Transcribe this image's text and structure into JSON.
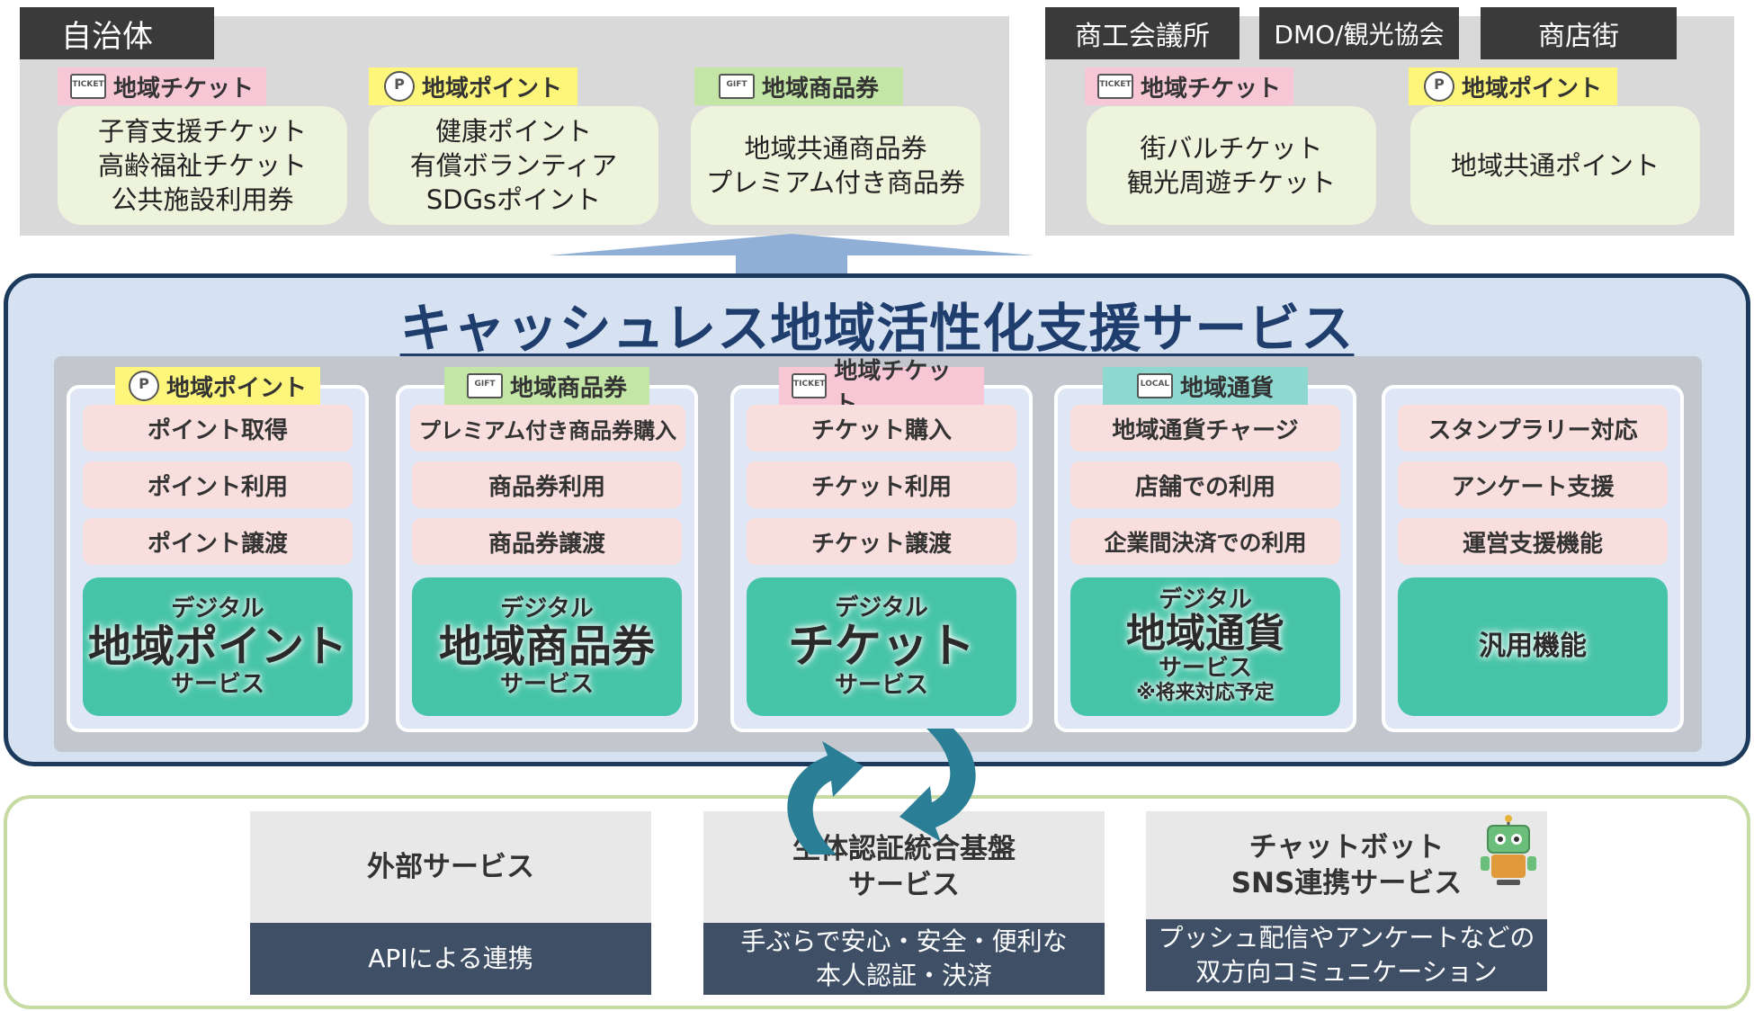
{
  "top_left": {
    "header": "自治体",
    "cards": [
      {
        "tag": "地域チケット",
        "tag_icon": "ticket-icon",
        "lines": [
          "子育支援チケット",
          "高齢福祉チケット",
          "公共施設利用券"
        ]
      },
      {
        "tag": "地域ポイント",
        "tag_icon": "point-coin-icon",
        "lines": [
          "健康ポイント",
          "有償ボランティア",
          "SDGsポイント"
        ]
      },
      {
        "tag": "地域商品券",
        "tag_icon": "gift-voucher-icon",
        "lines": [
          "地域共通商品券",
          "プレミアム付き商品券"
        ]
      }
    ]
  },
  "top_right": {
    "headers": [
      "商工会議所",
      "DMO/観光協会",
      "商店街"
    ],
    "cards": [
      {
        "tag": "地域チケット",
        "tag_icon": "ticket-icon",
        "lines": [
          "街バルチケット",
          "観光周遊チケット"
        ]
      },
      {
        "tag": "地域ポイント",
        "tag_icon": "point-coin-icon",
        "lines": [
          "地域共通ポイント"
        ]
      }
    ]
  },
  "main": {
    "title": "キャッシュレス地域活性化支援サービス",
    "columns": [
      {
        "tag": "地域ポイント",
        "tag_icon": "point-coin-icon",
        "items": [
          "ポイント取得",
          "ポイント利用",
          "ポイント譲渡"
        ],
        "service": {
          "small": "デジタル",
          "big": "地域ポイント",
          "sub": "サービス",
          "note": ""
        }
      },
      {
        "tag": "地域商品券",
        "tag_icon": "gift-voucher-icon",
        "items": [
          "プレミアム付き商品券購入",
          "商品券利用",
          "商品券譲渡"
        ],
        "service": {
          "small": "デジタル",
          "big": "地域商品券",
          "sub": "サービス",
          "note": ""
        }
      },
      {
        "tag": "地域チケット",
        "tag_icon": "ticket-icon",
        "items": [
          "チケット購入",
          "チケット利用",
          "チケット譲渡"
        ],
        "service": {
          "small": "デジタル",
          "big": "チケット",
          "sub": "サービス",
          "note": ""
        }
      },
      {
        "tag": "地域通貨",
        "tag_icon": "local-currency-icon",
        "items": [
          "地域通貨チャージ",
          "店舗での利用",
          "企業間決済での利用"
        ],
        "service": {
          "small": "デジタル",
          "big": "地域通貨",
          "sub": "サービス",
          "note": "※将来対応予定"
        }
      },
      {
        "tag": "",
        "tag_icon": "",
        "items": [
          "スタンプラリー対応",
          "アンケート支援",
          "運営支援機能"
        ],
        "service": {
          "small": "",
          "big": "",
          "sub": "汎用機能",
          "note": ""
        }
      }
    ]
  },
  "bottom": {
    "boxes": [
      {
        "title_lines": [
          "外部サービス"
        ],
        "desc_lines": [
          "APIによる連携"
        ]
      },
      {
        "title_lines": [
          "生体認証統合基盤",
          "サービス"
        ],
        "desc_lines": [
          "手ぶらで安心・安全・便利な",
          "本人認証・決済"
        ]
      },
      {
        "title_lines": [
          "チャットボット",
          "SNS連携サービス"
        ],
        "desc_lines": [
          "プッシュ配信やアンケートなどの",
          "双方向コミュニケーション"
        ],
        "icon": "robot-icon"
      }
    ]
  },
  "colors": {
    "main_border": "#1b3a5c",
    "main_bg": "#d6e1f2",
    "service_green": "#46c4a8",
    "item_pink": "#f9dede",
    "dark_box": "#3e4f66",
    "arrow_teal": "#2a7f96",
    "up_arrow": "#8fafd6"
  }
}
